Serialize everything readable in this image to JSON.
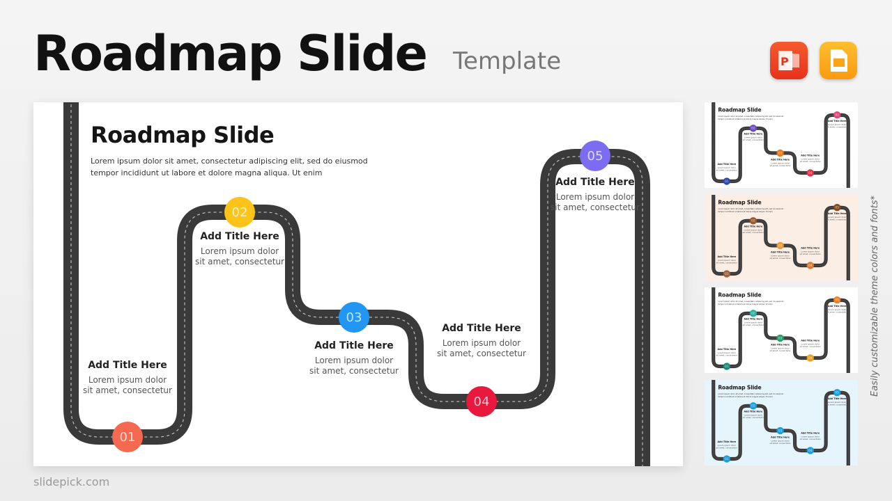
{
  "header": {
    "title": "Roadmap Slide",
    "subtitle": "Template"
  },
  "icons": [
    "powerpoint-icon",
    "google-slides-icon"
  ],
  "slide": {
    "title": "Roadmap Slide",
    "description": "Lorem ipsum dolor sit amet, consectetur adipiscing elit, sed do eiusmod tempor incididunt ut labore et dolore magna aliqua. Ut enim",
    "steps": [
      {
        "num": "01",
        "title": "Add Title Here",
        "desc": "Lorem ipsum dolor sit amet, consectetur",
        "color": "#f4694f"
      },
      {
        "num": "02",
        "title": "Add Title Here",
        "desc": "Lorem ipsum dolor sit amet, consectetur",
        "color": "#fcc419"
      },
      {
        "num": "03",
        "title": "Add Title Here",
        "desc": "Lorem ipsum dolor sit amet, consectetur",
        "color": "#2196f3"
      },
      {
        "num": "04",
        "title": "Add Title Here",
        "desc": "Lorem ipsum dolor sit amet, consectetur",
        "color": "#e8193c"
      },
      {
        "num": "05",
        "title": "Add Title Here",
        "desc": "Lorem ipsum dolor sit amet, consectetur",
        "color": "#7c6cf0"
      }
    ]
  },
  "thumbnails": [
    {
      "background": "#ffffff",
      "colors": [
        "#2a4aa8",
        "#6a4bc4",
        "#f07a1a",
        "#e8334a",
        "#e8457a"
      ]
    },
    {
      "background": "#fbeee4",
      "colors": [
        "#a0603a",
        "#9a5a2a",
        "#e89a3c",
        "#e07a30",
        "#8a4a20"
      ]
    },
    {
      "background": "#ffffff",
      "colors": [
        "#1a8a7a",
        "#2ab0a0",
        "#2aa070",
        "#f0a020",
        "#f08020"
      ]
    },
    {
      "background": "#e6f4fb",
      "colors": [
        "#1aa0e0",
        "#1aa0e0",
        "#1aa0e0",
        "#1aa0e0",
        "#1aa0e0"
      ]
    }
  ],
  "side_note": "Easily customizable theme colors and fonts*",
  "footer": "slidepick.com"
}
